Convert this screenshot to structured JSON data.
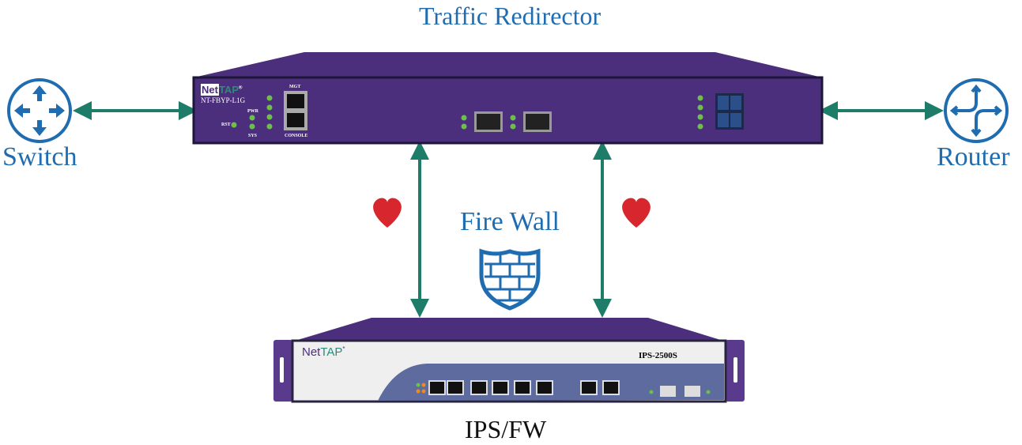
{
  "title": "Traffic Redirector",
  "nodes": {
    "switch": {
      "label": "Switch",
      "icon": "switch-icon"
    },
    "router": {
      "label": "Router",
      "icon": "router-icon"
    },
    "firewall": {
      "label": "Fire Wall",
      "icon": "shield-brick-icon"
    },
    "ips": {
      "label": "IPS/FW"
    }
  },
  "redirector_device": {
    "brand_net": "Net",
    "brand_tap": "TAP",
    "reg": "®",
    "model": "NT-FBYP-L1G",
    "port_labels": {
      "mgt": "MGT",
      "console": "CONSOLE",
      "pwr": "PWR",
      "sys": "SYS",
      "rst": "RST"
    }
  },
  "ips_device": {
    "brand_net": "Net",
    "brand_tap": "TAP",
    "reg": "*",
    "model": "IPS-2500S"
  },
  "colors": {
    "label": "#1f6db0",
    "arrow": "#1e7d68",
    "device": "#4b2e7c",
    "heart": "#d8262e"
  }
}
